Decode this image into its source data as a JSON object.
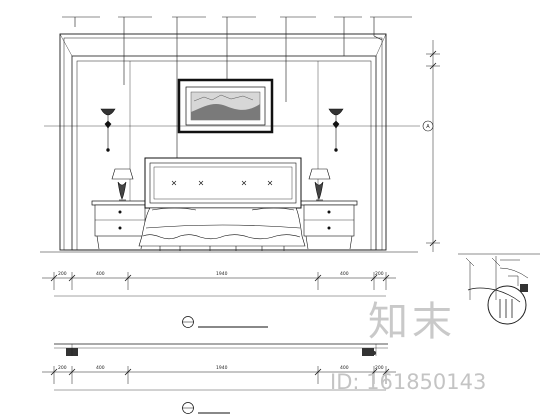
{
  "drawing": {
    "callout_labels": [
      "",
      "",
      "",
      "",
      "",
      "",
      ""
    ],
    "axis_marker": "A",
    "titles": [
      {
        "text": "",
        "scale": ""
      },
      {
        "text": "",
        "scale": ""
      }
    ],
    "dimension_rows": [
      {
        "values": [
          "200",
          "400",
          "1940",
          "400",
          "200"
        ]
      },
      {
        "values": [
          "200",
          "400",
          "1940",
          "400",
          "200"
        ]
      }
    ],
    "vertical_dims": [
      "",
      ""
    ],
    "detail_labels": [
      "",
      ""
    ]
  },
  "watermark": {
    "brand": "知末",
    "id": "ID: 161850143"
  },
  "colors": {
    "line": "#1a1a1a",
    "watermark": "#c8c8c8"
  }
}
